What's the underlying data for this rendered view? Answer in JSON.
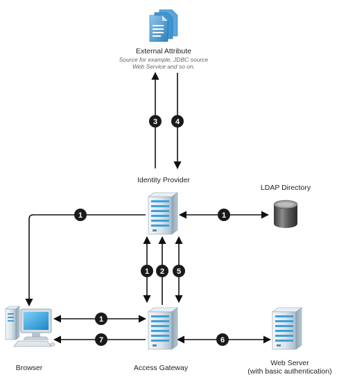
{
  "nodes": {
    "external_attribute": {
      "label": "External Attribute",
      "sublabel_1": "Source for example, JDBC source",
      "sublabel_2": "Web Service and so on.",
      "icon": "document-stack-icon"
    },
    "identity_provider": {
      "label": "Identity Provider",
      "icon": "server-icon"
    },
    "ldap_directory": {
      "label": "LDAP Directory",
      "icon": "database-icon"
    },
    "browser": {
      "label": "Browser",
      "icon": "desktop-computer-icon"
    },
    "access_gateway": {
      "label": "Access Gateway",
      "icon": "server-icon"
    },
    "web_server": {
      "label": "Web Server",
      "sublabel": "(with basic authentication)",
      "icon": "server-icon"
    }
  },
  "steps": {
    "idp_to_browser": "1",
    "idp_to_ldap": "1",
    "idp_to_external": "3",
    "external_to_idp": "4",
    "gateway_idp_1": "1",
    "gateway_idp_2": "2",
    "gateway_idp_5": "5",
    "gateway_to_browser_1": "1",
    "gateway_to_browser_7": "7",
    "gateway_to_webserver": "6"
  },
  "colors": {
    "line": "#111111",
    "badge": "#1a1a1a",
    "server_body": "#dbe6ee",
    "server_accent": "#3ea0d8",
    "document": "#4d9bd2"
  }
}
